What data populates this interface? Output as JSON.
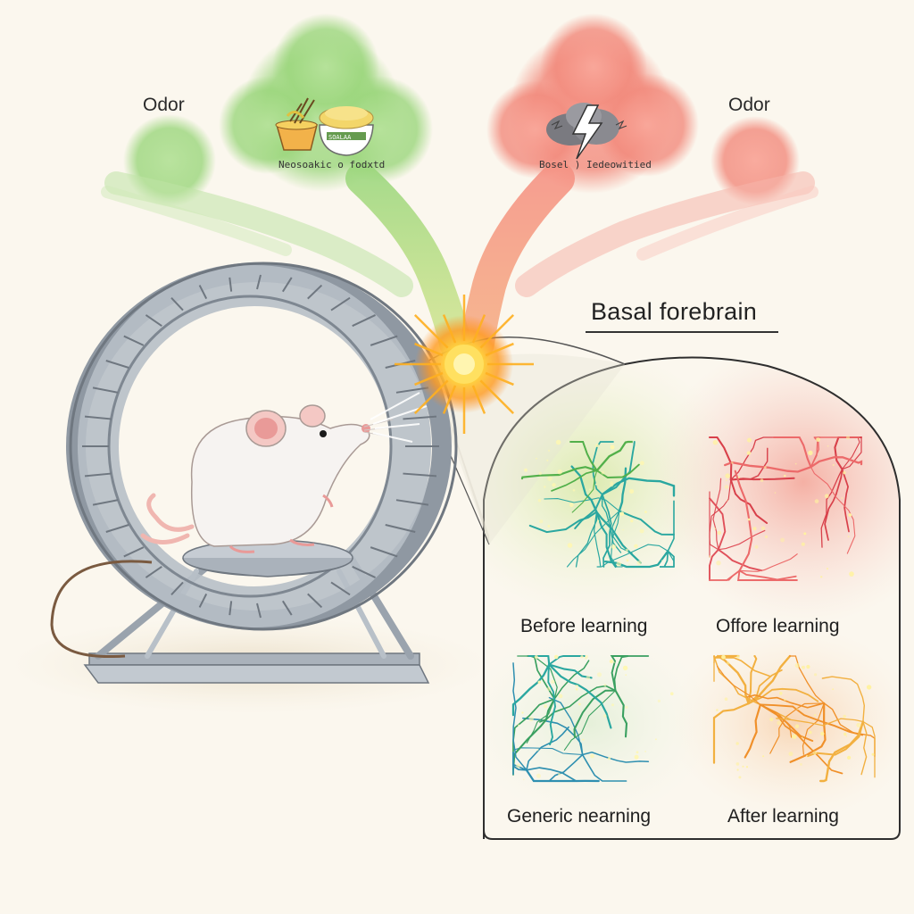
{
  "diagram": {
    "title": "Basal forebrain",
    "odor_left_label": "Odor",
    "odor_right_label": "Odor",
    "food_cloud_caption": "Neosoakic o fodxtd",
    "shock_cloud_caption": "Bosel ) Iedeowitied",
    "food_cloud_sign": "SOALAA",
    "panels": {
      "top_left": "Before learning",
      "top_right": "Offore learning",
      "bottom_left": "Generic nearning",
      "bottom_right": "After learning"
    },
    "colors": {
      "background": "#fbf7ee",
      "appetitive_green": "#8ccf6a",
      "aversive_red": "#f07a6a",
      "neuron_teal": "#2aa7a0",
      "neuron_red": "#e0505a",
      "neuron_orange": "#f0902a",
      "burst_yellow": "#ffd640",
      "wheel_gray": "#9aa3ad"
    },
    "icons": [
      "food-bowl-icon",
      "noodle-cup-icon",
      "lightning-bolt-icon",
      "mouse-illustration",
      "running-wheel-illustration"
    ]
  }
}
